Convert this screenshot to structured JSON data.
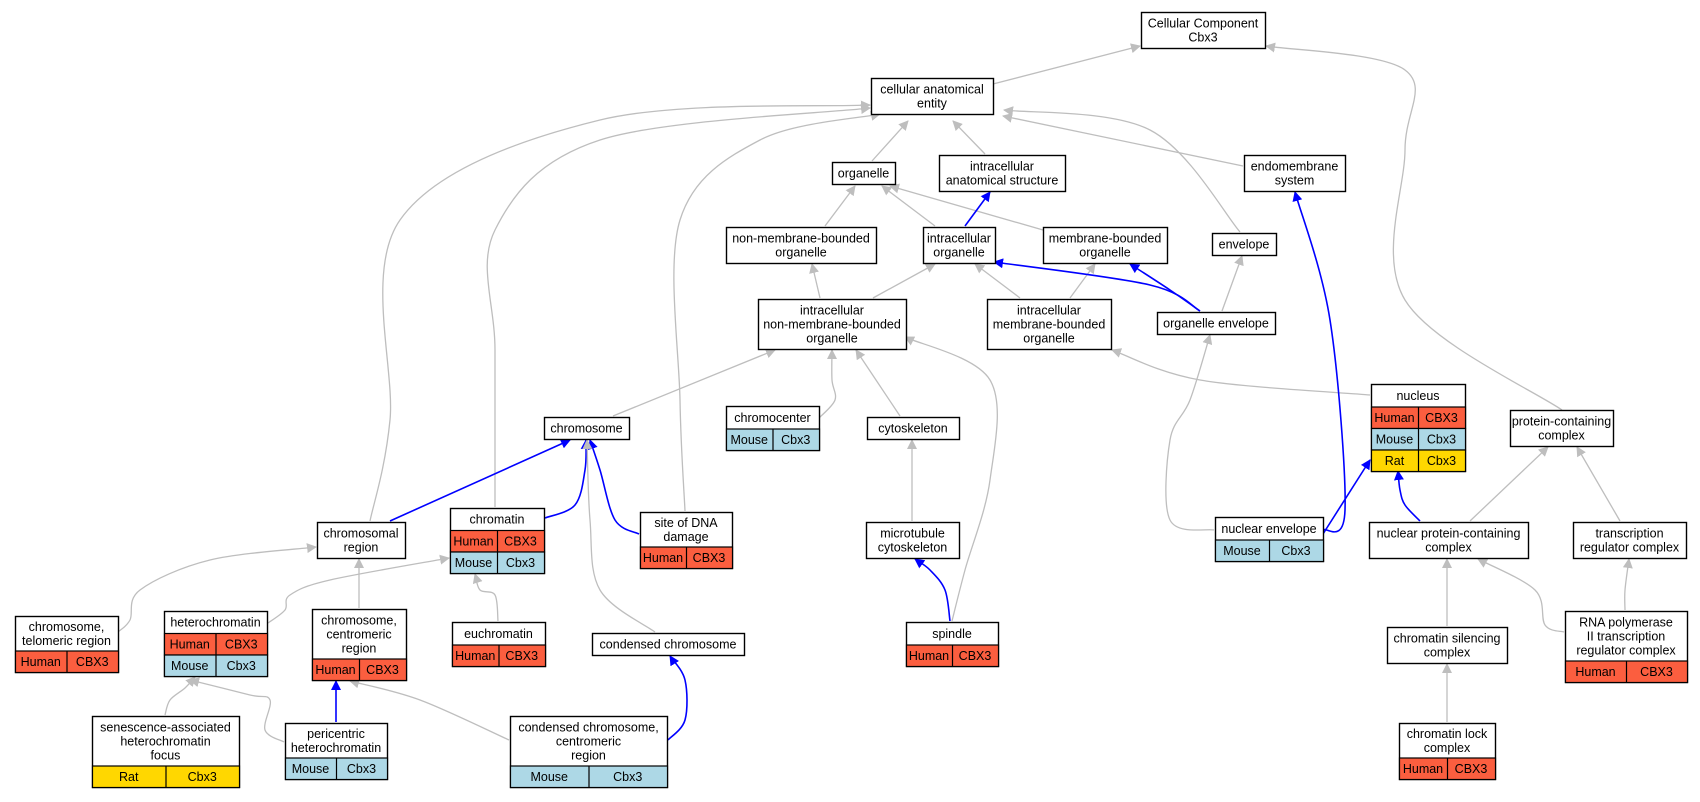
{
  "colors": {
    "human": "#fb5e3f",
    "mouse": "#add8e6",
    "rat": "#ffd700",
    "edge_is_a": "#bebebe",
    "edge_part_of": "#0000ff",
    "node_border": "#000000"
  },
  "legend_note": "",
  "nodes": [
    {
      "id": "cellular_component",
      "lines": [
        "Cellular Component",
        "Cbx3"
      ],
      "species": []
    },
    {
      "id": "cellular_anatomical_entity",
      "lines": [
        "cellular anatomical",
        "entity"
      ],
      "species": []
    },
    {
      "id": "organelle",
      "lines": [
        "organelle"
      ],
      "species": []
    },
    {
      "id": "intracellular_anatomical_structure",
      "lines": [
        "intracellular",
        "anatomical structure"
      ],
      "species": []
    },
    {
      "id": "endomembrane_system",
      "lines": [
        "endomembrane",
        "system"
      ],
      "species": []
    },
    {
      "id": "non_membrane_bounded_organelle",
      "lines": [
        "non-membrane-bounded",
        "organelle"
      ],
      "species": []
    },
    {
      "id": "intracellular_organelle",
      "lines": [
        "intracellular",
        "organelle"
      ],
      "species": []
    },
    {
      "id": "membrane_bounded_organelle",
      "lines": [
        "membrane-bounded",
        "organelle"
      ],
      "species": []
    },
    {
      "id": "envelope",
      "lines": [
        "envelope"
      ],
      "species": []
    },
    {
      "id": "intracellular_nmbo",
      "lines": [
        "intracellular",
        "non-membrane-bounded",
        "organelle"
      ],
      "species": []
    },
    {
      "id": "intracellular_mbo",
      "lines": [
        "intracellular",
        "membrane-bounded",
        "organelle"
      ],
      "species": []
    },
    {
      "id": "organelle_envelope",
      "lines": [
        "organelle envelope"
      ],
      "species": []
    },
    {
      "id": "nucleus",
      "lines": [
        "nucleus"
      ],
      "species": [
        [
          "Human",
          "CBX3"
        ],
        [
          "Mouse",
          "Cbx3"
        ],
        [
          "Rat",
          "Cbx3"
        ]
      ]
    },
    {
      "id": "chromosome",
      "lines": [
        "chromosome"
      ],
      "species": []
    },
    {
      "id": "chromocenter",
      "lines": [
        "chromocenter"
      ],
      "species": [
        [
          "Mouse",
          "Cbx3"
        ]
      ]
    },
    {
      "id": "cytoskeleton",
      "lines": [
        "cytoskeleton"
      ],
      "species": []
    },
    {
      "id": "protein_containing_complex",
      "lines": [
        "protein-containing",
        "complex"
      ],
      "species": []
    },
    {
      "id": "chromosomal_region",
      "lines": [
        "chromosomal",
        "region"
      ],
      "species": []
    },
    {
      "id": "chromatin",
      "lines": [
        "chromatin"
      ],
      "species": [
        [
          "Human",
          "CBX3"
        ],
        [
          "Mouse",
          "Cbx3"
        ]
      ]
    },
    {
      "id": "site_of_dna_damage",
      "lines": [
        "site of DNA",
        "damage"
      ],
      "species": [
        [
          "Human",
          "CBX3"
        ]
      ]
    },
    {
      "id": "microtubule_cytoskeleton",
      "lines": [
        "microtubule",
        "cytoskeleton"
      ],
      "species": []
    },
    {
      "id": "nuclear_envelope",
      "lines": [
        "nuclear envelope"
      ],
      "species": [
        [
          "Mouse",
          "Cbx3"
        ]
      ]
    },
    {
      "id": "nuclear_protein_containing_complex",
      "lines": [
        "nuclear protein-containing",
        "complex"
      ],
      "species": []
    },
    {
      "id": "transcription_regulator_complex",
      "lines": [
        "transcription",
        "regulator complex"
      ],
      "species": []
    },
    {
      "id": "chromosome_telomeric_region",
      "lines": [
        "chromosome,",
        "telomeric region"
      ],
      "species": [
        [
          "Human",
          "CBX3"
        ]
      ]
    },
    {
      "id": "heterochromatin",
      "lines": [
        "heterochromatin"
      ],
      "species": [
        [
          "Human",
          "CBX3"
        ],
        [
          "Mouse",
          "Cbx3"
        ]
      ]
    },
    {
      "id": "chromosome_centromeric_region",
      "lines": [
        "chromosome,",
        "centromeric",
        "region"
      ],
      "species": [
        [
          "Human",
          "CBX3"
        ]
      ]
    },
    {
      "id": "euchromatin",
      "lines": [
        "euchromatin"
      ],
      "species": [
        [
          "Human",
          "CBX3"
        ]
      ]
    },
    {
      "id": "condensed_chromosome",
      "lines": [
        "condensed chromosome"
      ],
      "species": []
    },
    {
      "id": "spindle",
      "lines": [
        "spindle"
      ],
      "species": [
        [
          "Human",
          "CBX3"
        ]
      ]
    },
    {
      "id": "chromatin_silencing_complex",
      "lines": [
        "chromatin silencing",
        "complex"
      ],
      "species": []
    },
    {
      "id": "rna_pol_ii_trc",
      "lines": [
        "RNA polymerase",
        "II transcription",
        "regulator complex"
      ],
      "species": [
        [
          "Human",
          "CBX3"
        ]
      ]
    },
    {
      "id": "sahf",
      "lines": [
        "senescence-associated",
        "heterochromatin",
        "focus"
      ],
      "species": [
        [
          "Rat",
          "Cbx3"
        ]
      ]
    },
    {
      "id": "pericentric_heterochromatin",
      "lines": [
        "pericentric",
        "heterochromatin"
      ],
      "species": [
        [
          "Mouse",
          "Cbx3"
        ]
      ]
    },
    {
      "id": "condensed_chromosome_centromeric_region",
      "lines": [
        "condensed chromosome,",
        "centromeric",
        "region"
      ],
      "species": [
        [
          "Mouse",
          "Cbx3"
        ]
      ]
    },
    {
      "id": "chromatin_lock_complex",
      "lines": [
        "chromatin lock",
        "complex"
      ],
      "species": [
        [
          "Human",
          "CBX3"
        ]
      ]
    }
  ],
  "edges": [
    {
      "from": "cellular_anatomical_entity",
      "to": "cellular_component",
      "type": "is_a"
    },
    {
      "from": "protein_containing_complex",
      "to": "cellular_component",
      "type": "is_a"
    },
    {
      "from": "organelle",
      "to": "cellular_anatomical_entity",
      "type": "is_a"
    },
    {
      "from": "intracellular_anatomical_structure",
      "to": "cellular_anatomical_entity",
      "type": "is_a"
    },
    {
      "from": "endomembrane_system",
      "to": "cellular_anatomical_entity",
      "type": "is_a"
    },
    {
      "from": "envelope",
      "to": "cellular_anatomical_entity",
      "type": "is_a"
    },
    {
      "from": "chromosomal_region",
      "to": "cellular_anatomical_entity",
      "type": "is_a"
    },
    {
      "from": "chromatin",
      "to": "cellular_anatomical_entity",
      "type": "is_a"
    },
    {
      "from": "site_of_dna_damage",
      "to": "cellular_anatomical_entity",
      "type": "is_a"
    },
    {
      "from": "non_membrane_bounded_organelle",
      "to": "organelle",
      "type": "is_a"
    },
    {
      "from": "intracellular_organelle",
      "to": "organelle",
      "type": "is_a"
    },
    {
      "from": "membrane_bounded_organelle",
      "to": "organelle",
      "type": "is_a"
    },
    {
      "from": "intracellular_organelle",
      "to": "intracellular_anatomical_structure",
      "type": "part_of"
    },
    {
      "from": "intracellular_nmbo",
      "to": "non_membrane_bounded_organelle",
      "type": "is_a"
    },
    {
      "from": "intracellular_nmbo",
      "to": "intracellular_organelle",
      "type": "is_a"
    },
    {
      "from": "intracellular_mbo",
      "to": "intracellular_organelle",
      "type": "is_a"
    },
    {
      "from": "intracellular_mbo",
      "to": "membrane_bounded_organelle",
      "type": "is_a"
    },
    {
      "from": "organelle_envelope",
      "to": "intracellular_organelle",
      "type": "part_of"
    },
    {
      "from": "organelle_envelope",
      "to": "membrane_bounded_organelle",
      "type": "part_of"
    },
    {
      "from": "organelle_envelope",
      "to": "envelope",
      "type": "is_a"
    },
    {
      "from": "nucleus",
      "to": "intracellular_mbo",
      "type": "is_a"
    },
    {
      "from": "chromosome",
      "to": "intracellular_nmbo",
      "type": "is_a"
    },
    {
      "from": "chromocenter",
      "to": "intracellular_nmbo",
      "type": "is_a"
    },
    {
      "from": "cytoskeleton",
      "to": "intracellular_nmbo",
      "type": "is_a"
    },
    {
      "from": "spindle",
      "to": "intracellular_nmbo",
      "type": "is_a"
    },
    {
      "from": "microtubule_cytoskeleton",
      "to": "cytoskeleton",
      "type": "is_a"
    },
    {
      "from": "spindle",
      "to": "microtubule_cytoskeleton",
      "type": "part_of"
    },
    {
      "from": "chromosomal_region",
      "to": "chromosome",
      "type": "part_of"
    },
    {
      "from": "chromatin",
      "to": "chromosome",
      "type": "part_of"
    },
    {
      "from": "site_of_dna_damage",
      "to": "chromosome",
      "type": "part_of"
    },
    {
      "from": "condensed_chromosome",
      "to": "chromosome",
      "type": "is_a"
    },
    {
      "from": "nuclear_envelope",
      "to": "organelle_envelope",
      "type": "is_a"
    },
    {
      "from": "nuclear_envelope",
      "to": "endomembrane_system",
      "type": "part_of"
    },
    {
      "from": "nuclear_envelope",
      "to": "nucleus",
      "type": "part_of"
    },
    {
      "from": "nuclear_protein_containing_complex",
      "to": "nucleus",
      "type": "part_of"
    },
    {
      "from": "nuclear_protein_containing_complex",
      "to": "protein_containing_complex",
      "type": "is_a"
    },
    {
      "from": "transcription_regulator_complex",
      "to": "protein_containing_complex",
      "type": "is_a"
    },
    {
      "from": "chromosome_telomeric_region",
      "to": "chromosomal_region",
      "type": "is_a"
    },
    {
      "from": "chromosome_centromeric_region",
      "to": "chromosomal_region",
      "type": "is_a"
    },
    {
      "from": "heterochromatin",
      "to": "chromatin",
      "type": "is_a"
    },
    {
      "from": "euchromatin",
      "to": "chromatin",
      "type": "is_a"
    },
    {
      "from": "sahf",
      "to": "heterochromatin",
      "type": "is_a"
    },
    {
      "from": "pericentric_heterochromatin",
      "to": "heterochromatin",
      "type": "is_a"
    },
    {
      "from": "pericentric_heterochromatin",
      "to": "chromosome_centromeric_region",
      "type": "part_of"
    },
    {
      "from": "condensed_chromosome_centromeric_region",
      "to": "chromosome_centromeric_region",
      "type": "is_a"
    },
    {
      "from": "condensed_chromosome_centromeric_region",
      "to": "condensed_chromosome",
      "type": "part_of"
    },
    {
      "from": "chromatin_silencing_complex",
      "to": "nuclear_protein_containing_complex",
      "type": "is_a"
    },
    {
      "from": "rna_pol_ii_trc",
      "to": "nuclear_protein_containing_complex",
      "type": "is_a"
    },
    {
      "from": "rna_pol_ii_trc",
      "to": "transcription_regulator_complex",
      "type": "is_a"
    },
    {
      "from": "chromatin_lock_complex",
      "to": "chromatin_silencing_complex",
      "type": "is_a"
    }
  ]
}
